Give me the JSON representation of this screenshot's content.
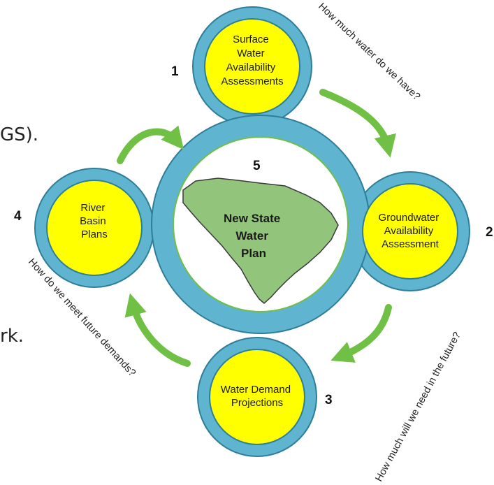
{
  "background_fragments": [
    "GS).",
    "rk."
  ],
  "center": {
    "number": "5",
    "lines": [
      "New State",
      "Water",
      "Plan"
    ]
  },
  "nodes": [
    {
      "number": "1",
      "lines": [
        "Surface",
        "Water",
        "Availability",
        "Assessments"
      ]
    },
    {
      "number": "2",
      "lines": [
        "Groundwater",
        "Availability",
        "Assessment"
      ]
    },
    {
      "number": "3",
      "lines": [
        "Water Demand",
        "Projections"
      ]
    },
    {
      "number": "4",
      "lines": [
        "River",
        "Basin",
        "Plans"
      ]
    }
  ],
  "questions": [
    "How much water do we have?",
    "How much will we need in the future?",
    "How do we meet future demands?"
  ],
  "colors": {
    "ring": "#5fb4cf",
    "ring_edge": "#2f7e99",
    "node_fill": "#ffff00",
    "map_fill": "#92c47b",
    "arrow": "#70c045"
  }
}
